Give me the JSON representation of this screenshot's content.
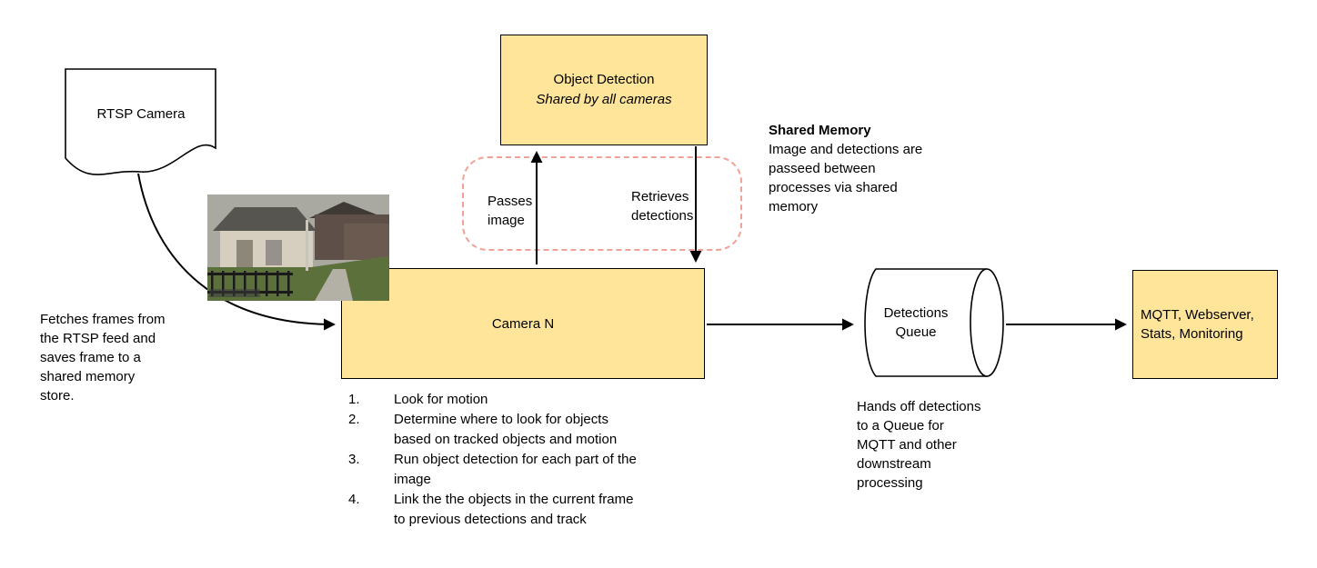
{
  "colors": {
    "box_fill": "#ffe599",
    "box_stroke": "#000000",
    "dashed_stroke": "#f2a196",
    "arrow": "#000000"
  },
  "nodes": {
    "rtsp_camera": "RTSP Camera",
    "object_detection_title": "Object Detection",
    "object_detection_subtitle": "Shared by all cameras",
    "camera_n": "Camera N",
    "detections_queue": "Detections\nQueue",
    "mqtt": "MQTT, Webserver,\nStats, Monitoring"
  },
  "labels": {
    "passes_image": "Passes\nimage",
    "retrieves_detections": "Retrieves\ndetections",
    "shared_memory_title": "Shared Memory",
    "shared_memory_body": "Image and detections are\npasseed between\nprocesses via shared\nmemory",
    "fetches_note": "Fetches frames from\nthe RTSP feed and\nsaves frame to a\nshared memory\nstore.",
    "queue_note": "Hands off detections\nto a Queue for\nMQTT and other\ndownstream\nprocessing"
  },
  "camera_steps": [
    {
      "num": "1.",
      "text": "Look for motion"
    },
    {
      "num": "2.",
      "text": "Determine where to look for objects\nbased on tracked objects and motion"
    },
    {
      "num": "3.",
      "text": "Run object detection for each part of the\nimage"
    },
    {
      "num": "4.",
      "text": "Link the the objects in the current frame\nto previous detections and track"
    }
  ]
}
